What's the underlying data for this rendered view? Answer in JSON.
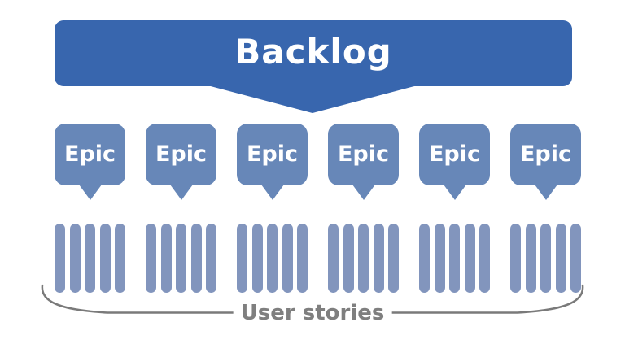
{
  "title": "Backlog",
  "epics": [
    {
      "label": "Epic"
    },
    {
      "label": "Epic"
    },
    {
      "label": "Epic"
    },
    {
      "label": "Epic"
    },
    {
      "label": "Epic"
    },
    {
      "label": "Epic"
    }
  ],
  "story_groups": [
    5,
    5,
    5,
    5,
    5,
    5
  ],
  "user_stories_label": "User stories",
  "colors": {
    "background": "#ffffff",
    "banner": "#3866ae",
    "banner_text": "#ffffff",
    "epic": "#6787b8",
    "epic_text": "#ffffff",
    "story_bar": "#8295bd",
    "label_text": "#7f7f7f",
    "brace_line": "#7a7a7a"
  }
}
